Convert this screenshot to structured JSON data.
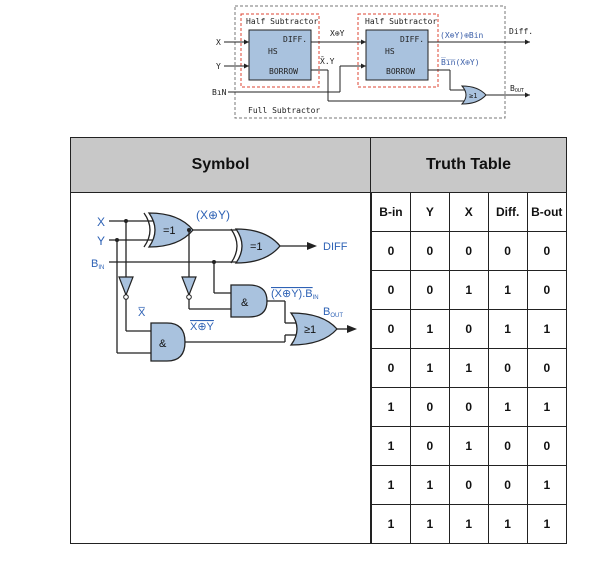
{
  "top_diagram": {
    "hs1_title": "Half Subtractor",
    "hs2_title": "Half Subtractor",
    "hs1_block": "HS",
    "hs2_block": "HS",
    "diff_port": "DIFF.",
    "borrow_port": "BORROW",
    "x_input": "X",
    "y_input": "Y",
    "bin_input": "BıN",
    "xor_wire": "X⊕Y",
    "xbar_y_wire": "X̄.Y",
    "diff_expr": "(X⊕Y)⊕Bin",
    "bin_xor_expr": "B̅i̅n̅(X⊕Y)",
    "or_gate_label": "≥1",
    "diff_output": "Diff.",
    "bout_output": "B",
    "bout_sub": "OUT",
    "footer": "Full Subtractor"
  },
  "table": {
    "symbol_header": "Symbol",
    "truth_header": "Truth Table",
    "columns": [
      "B-in",
      "Y",
      "X",
      "Diff.",
      "B-out"
    ],
    "rows": [
      [
        "0",
        "0",
        "0",
        "0",
        "0"
      ],
      [
        "0",
        "0",
        "1",
        "1",
        "0"
      ],
      [
        "0",
        "1",
        "0",
        "1",
        "1"
      ],
      [
        "0",
        "1",
        "1",
        "0",
        "0"
      ],
      [
        "1",
        "0",
        "0",
        "1",
        "1"
      ],
      [
        "1",
        "0",
        "1",
        "0",
        "0"
      ],
      [
        "1",
        "1",
        "0",
        "0",
        "1"
      ],
      [
        "1",
        "1",
        "1",
        "1",
        "1"
      ]
    ]
  },
  "symbol": {
    "x_label": "X",
    "y_label": "Y",
    "bin_label": "B",
    "bin_sub": "IN",
    "xor1_label": "=1",
    "xor2_label": "=1",
    "xor_expr": "(X⊕Y)",
    "diff_label": "DIFF",
    "xbar_label": "X̅",
    "xnor_label": "X⊕Y",
    "and1_label": "&",
    "and2_label": "&",
    "and1_expr": "(X⊕Y).B",
    "and1_expr_sub": "IN",
    "or_label": "≥1",
    "bout_label": "B",
    "bout_sub": "OUT"
  }
}
